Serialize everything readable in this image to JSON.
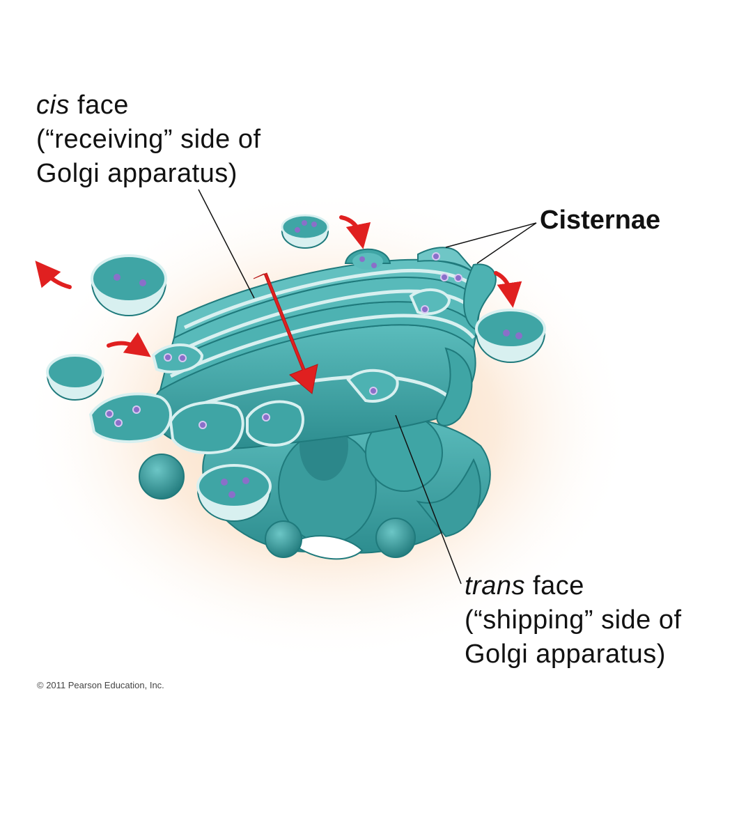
{
  "labels": {
    "cis": {
      "term": "cis",
      "line1_rest": " face",
      "line2": "(“receiving” side of",
      "line3": "Golgi apparatus)"
    },
    "trans": {
      "term": "trans",
      "line1_rest": " face",
      "line2": "(“shipping” side of",
      "line3": "Golgi apparatus)"
    },
    "cisternae": "Cisternae"
  },
  "copyright": "© 2011 Pearson Education, Inc.",
  "colors": {
    "membrane": "#3fa5a5",
    "membrane_dark": "#1f7a7c",
    "lumen_rim": "#d8f0f0",
    "cargo": "#8a6fc9",
    "arrow": "#e02020",
    "glow": "#fbe3c8"
  }
}
